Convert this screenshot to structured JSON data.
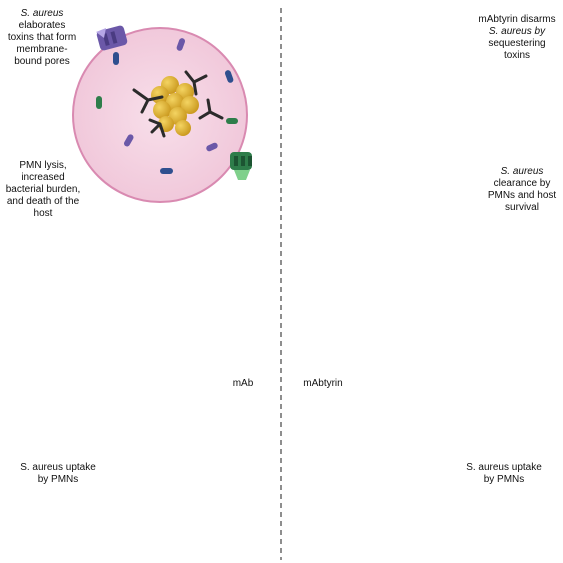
{
  "left_panel": {
    "toxins_caption": [
      "S. aureus",
      "elaborates",
      "toxins that form",
      "membrane-",
      "bound pores"
    ],
    "outcome_caption": [
      "PMN lysis,",
      "increased",
      "bacterial burden,",
      "and death of the",
      "host"
    ],
    "uptake_caption": [
      "S. aureus uptake",
      "by PMNs"
    ],
    "treatment_label": "mAb"
  },
  "right_panel": {
    "disarm_caption": [
      "mAbtyrin disarms",
      "S. aureus by",
      "sequestering",
      "toxins"
    ],
    "outcome_caption": [
      "S. aureus",
      "clearance by",
      "PMNs and host",
      "survival"
    ],
    "uptake_caption": [
      "S. aureus uptake",
      "by PMNs"
    ],
    "treatment_label": "mAbtyrin"
  },
  "colors": {
    "cell_pink": "#f2c1d8",
    "cell_border": "#e39bbf",
    "nucleus": "#d46fb0",
    "bacteria": "#e0b52c",
    "antibody": "#2b2b2b",
    "toxin_purple": "#6b58a8",
    "toxin_blue": "#2f4f8f",
    "toxin_green": "#2e7d4a",
    "centyrin_red": "#c43b3b",
    "centyrin_orange": "#e08a2a"
  }
}
